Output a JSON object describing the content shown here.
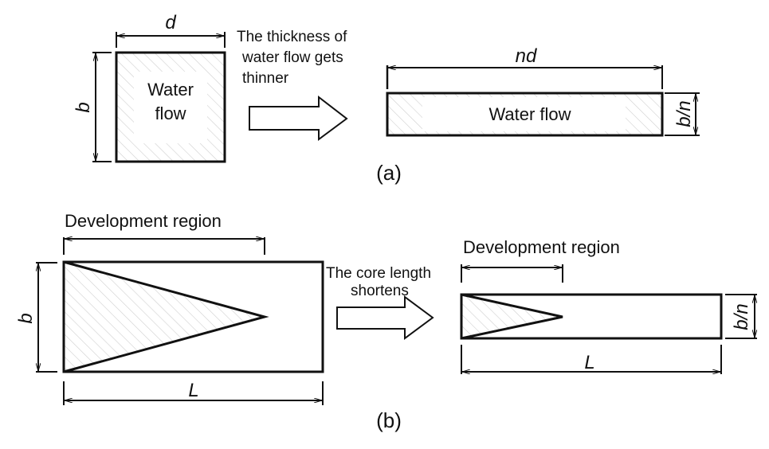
{
  "panel_a": {
    "caption": "(a)",
    "box_left": {
      "label_line1": "Water",
      "label_line2": "flow",
      "dim_width": "d",
      "dim_height": "b"
    },
    "transition_note": {
      "line1": "The thickness of",
      "line2": "water flow gets",
      "line3": "thinner"
    },
    "box_right": {
      "label": "Water flow",
      "dim_width": "nd",
      "dim_height": "b/n"
    }
  },
  "panel_b": {
    "caption": "(b)",
    "left": {
      "region_label": "Development region",
      "dim_height": "b",
      "dim_length": "L"
    },
    "transition_note": {
      "line1": "The core length",
      "line2": "shortens"
    },
    "right": {
      "region_label": "Development region",
      "dim_height": "b/n",
      "dim_length": "L"
    }
  },
  "colors": {
    "line": "#111111",
    "hatch": "#c8c8c8",
    "background": "#ffffff"
  }
}
